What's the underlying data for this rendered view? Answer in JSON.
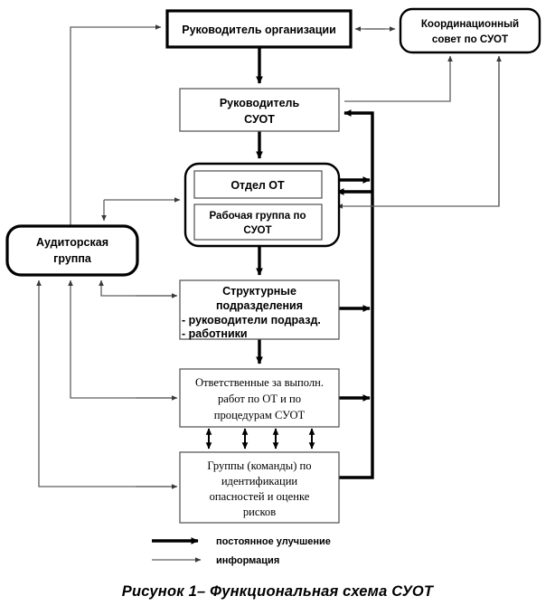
{
  "figure": {
    "caption": "Рисунок 1– Функциональная схема СУОТ",
    "title": "Функциональная схема СУОТ"
  },
  "nodes": {
    "head_org": {
      "lines": [
        "Руководитель организации"
      ]
    },
    "coord_council": {
      "lines": [
        "Координационный",
        "совет по СУОТ"
      ]
    },
    "head_sout": {
      "lines": [
        "Руководитель",
        "СУОТ"
      ]
    },
    "dept_ot": {
      "lines": [
        "Отдел ОТ"
      ]
    },
    "work_group": {
      "lines": [
        "Рабочая группа по",
        "СУОТ"
      ]
    },
    "audit_group": {
      "lines": [
        "Аудиторская",
        "группа"
      ]
    },
    "struct_units": {
      "lines": [
        "Структурные",
        "подразделения"
      ],
      "bullets": [
        "- руководители подразд.",
        "- работники"
      ]
    },
    "responsible": {
      "lines": [
        "Ответственные за выполн.",
        "работ по ОТ и по",
        "процедурам СУОТ"
      ]
    },
    "risk_teams": {
      "lines": [
        "Группы (команды) по",
        "идентификации",
        "опасностей и оценке",
        "рисков"
      ]
    }
  },
  "legend": {
    "items": [
      {
        "label": "постоянное улучшение",
        "style": "thick"
      },
      {
        "label": "информация",
        "style": "thin"
      }
    ]
  },
  "colors": {
    "background": "#ffffff",
    "stroke_thick": "#000000",
    "stroke_thin": "#5f5f5f",
    "text": "#000000"
  }
}
